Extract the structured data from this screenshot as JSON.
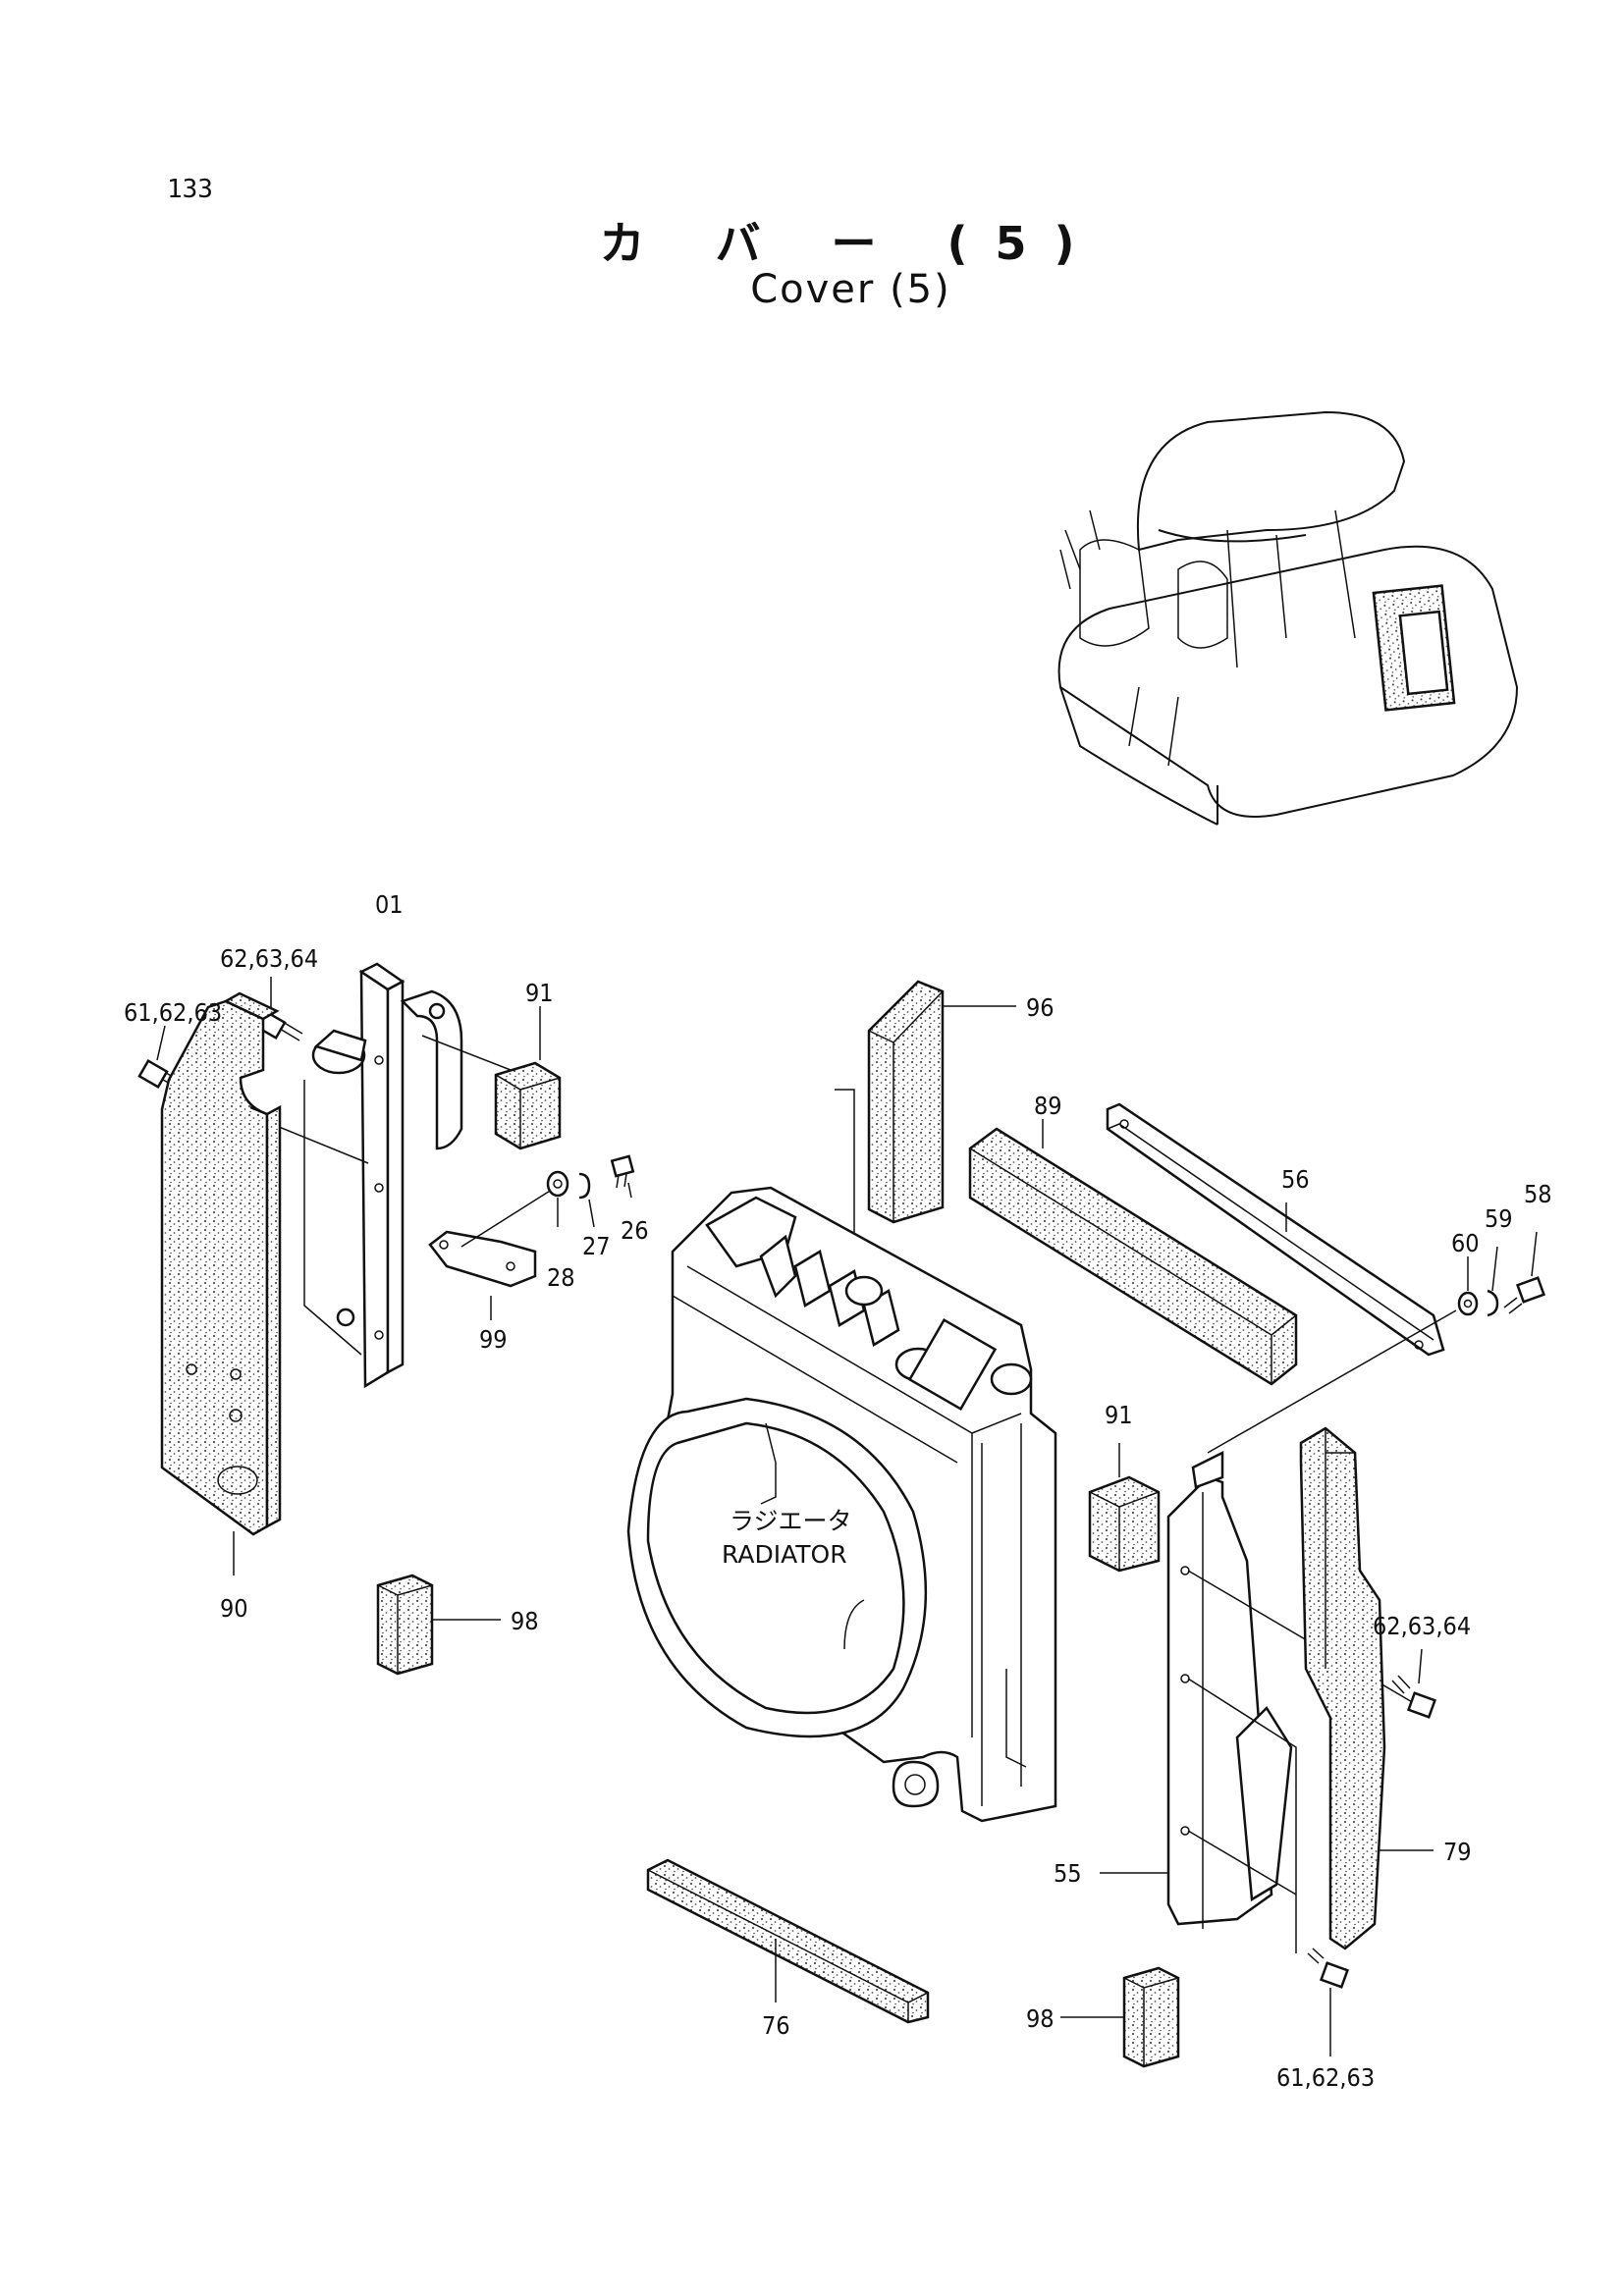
{
  "page": {
    "number": "133"
  },
  "title": {
    "japanese": "カ バ ー (5)",
    "english": "Cover (5)"
  },
  "radiator_label": {
    "japanese": "ラジエータ",
    "english": "RADIATOR"
  },
  "callouts": {
    "c01": "01",
    "c626364_top": "62,63,64",
    "c616263_top": "61,62,63",
    "c91_top": "91",
    "c96": "96",
    "c89": "89",
    "c56": "56",
    "c58": "58",
    "c59": "59",
    "c60": "60",
    "c28": "28",
    "c27": "27",
    "c26": "26",
    "c99": "99",
    "c90": "90",
    "c98_left": "98",
    "c91_right": "91",
    "c626364_right": "62,63,64",
    "c79": "79",
    "c55": "55",
    "c76": "76",
    "c98_bottom": "98",
    "c616263_bottom": "61,62,63"
  }
}
